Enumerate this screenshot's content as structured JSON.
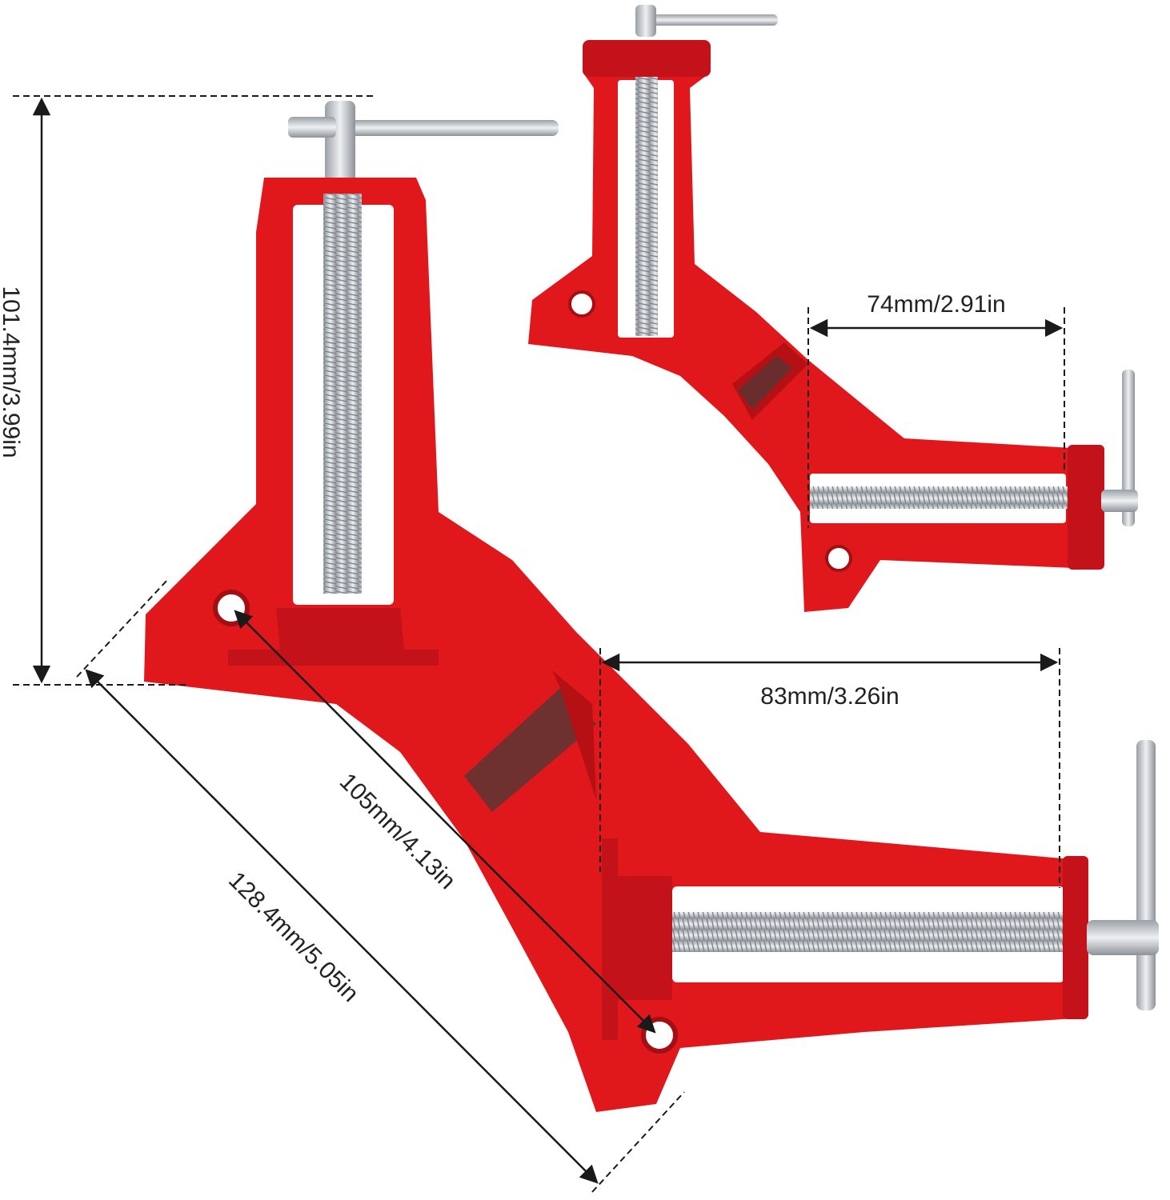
{
  "image": {
    "description_free": true
  },
  "colors": {
    "clamp_red": "#e0171b",
    "clamp_red_dark": "#b51014",
    "clamp_red_light": "#f0413f",
    "steel": "#c9cdd2",
    "steel_dark": "#8d9299",
    "dimension_line": "#1a1a1a"
  },
  "dimensions": {
    "height": "101.4mm/3.99in",
    "diagonal_outer": "128.4mm/5.05in",
    "diagonal_inner": "105mm/4.13in",
    "jaw_large": "83mm/3.26in",
    "jaw_small": "74mm/2.91in"
  }
}
